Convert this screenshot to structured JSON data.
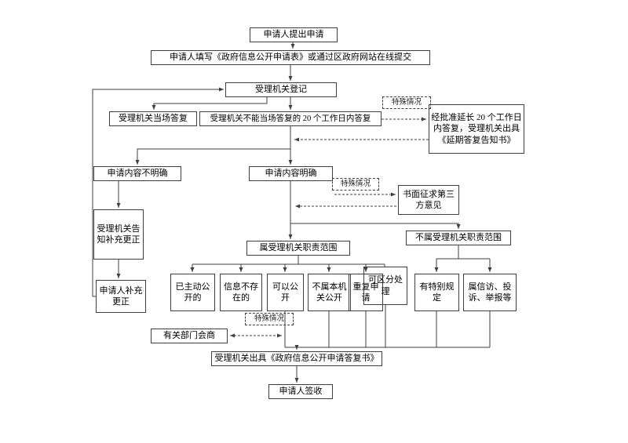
{
  "page": {
    "background": "#ffffff"
  },
  "colors": {
    "line": "#3f3f3f",
    "border": "#3f3f3f",
    "text": "#000000"
  },
  "nodes": {
    "submit": {
      "label": "申请人提出申请"
    },
    "fill_form": {
      "label": "申请人填写《政府信息公开申请表》或通过区政府网站在线提交"
    },
    "register": {
      "label": "受理机关登记"
    },
    "onspot_reply": {
      "label": "受理机关当场答复"
    },
    "reply_20days": {
      "label": "受理机关不能当场答复的 20 个工作日内答复"
    },
    "special_case_1": {
      "label": "特殊情况"
    },
    "extension": {
      "label": "经批准延长 20 个工作日内答复，受理机关出具《延期答复告知书》"
    },
    "unclear": {
      "label": "申请内容不明确"
    },
    "clear": {
      "label": "申请内容明确"
    },
    "special_case_2": {
      "label": "特殊情况"
    },
    "third_party": {
      "label": "书面征求第三方意见"
    },
    "notify_supplement": {
      "label": "受理机关告知补充更正"
    },
    "in_scope": {
      "label": "属受理机关职责范围"
    },
    "out_scope": {
      "label": "不属受理机关职责范围"
    },
    "applicant_supplement": {
      "label": "申请人补充更正"
    },
    "already_public": {
      "label": "已主动公开的"
    },
    "not_exist": {
      "label": "信息不存在的"
    },
    "can_public": {
      "label": "可以公开"
    },
    "other_agency": {
      "label": "不属本机关公开"
    },
    "repeat_apply": {
      "label": "重复申请"
    },
    "distinguish": {
      "label": "可区分处理"
    },
    "special_rule": {
      "label": "有特别规定"
    },
    "petition": {
      "label": "属信访、投诉、举报等"
    },
    "special_case_3": {
      "label": "特殊情况"
    },
    "dept_consult": {
      "label": "有关部门会商"
    },
    "issue_reply": {
      "label": "受理机关出具《政府信息公开申请答复书》"
    },
    "sign_receipt": {
      "label": "申请人签收"
    }
  }
}
